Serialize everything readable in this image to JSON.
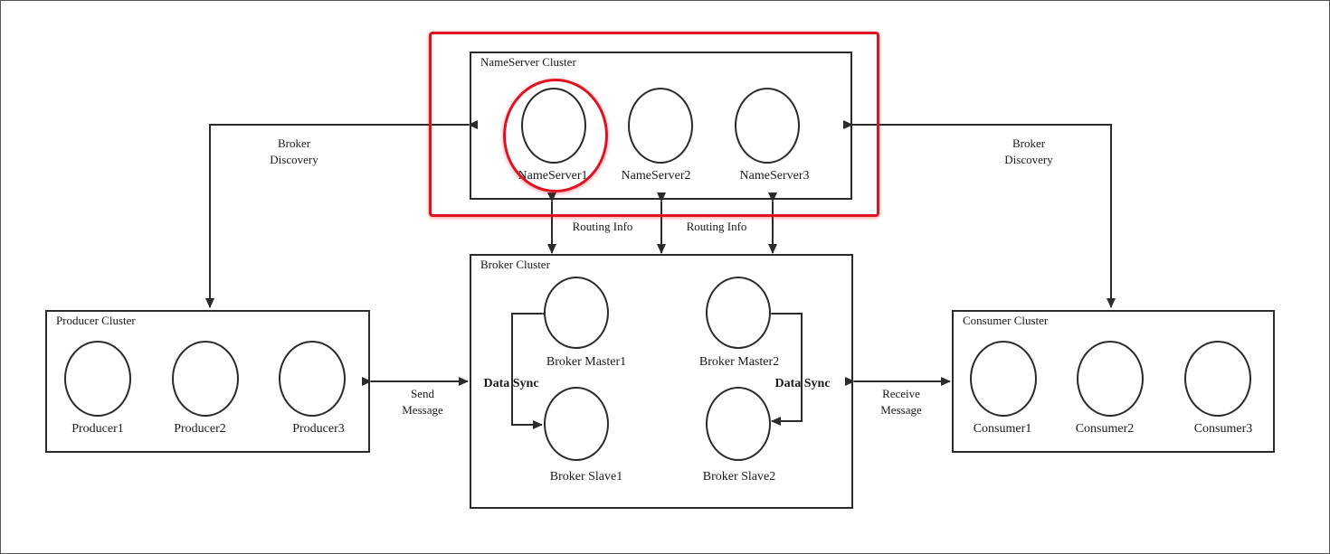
{
  "clusters": {
    "nameserver": {
      "title": "NameServer Cluster",
      "nodes": [
        "NameServer1",
        "NameServer2",
        "NameServer3"
      ]
    },
    "broker": {
      "title": "Broker Cluster",
      "nodes": [
        "Broker Master1",
        "Broker Slave1",
        "Broker Master2",
        "Broker Slave2"
      ]
    },
    "producer": {
      "title": "Producer Cluster",
      "nodes": [
        "Producer1",
        "Producer2",
        "Producer3"
      ]
    },
    "consumer": {
      "title": "Consumer Cluster",
      "nodes": [
        "Consumer1",
        "Consumer2",
        "Consumer3"
      ]
    }
  },
  "edge_labels": {
    "broker_discovery_left": [
      "Broker",
      "Discovery"
    ],
    "broker_discovery_right": [
      "Broker",
      "Discovery"
    ],
    "routing_info_1": "Routing Info",
    "routing_info_2": "Routing Info",
    "send_message": [
      "Send",
      "Message"
    ],
    "receive_message": [
      "Receive",
      "Message"
    ],
    "data_sync_left": "Data Sync",
    "data_sync_right": "Data Sync"
  },
  "highlight": {
    "target": "NameServer1",
    "color": "#e0121f"
  },
  "colors": {
    "stroke": "#2b2b2b",
    "highlight": "#e0121f"
  }
}
